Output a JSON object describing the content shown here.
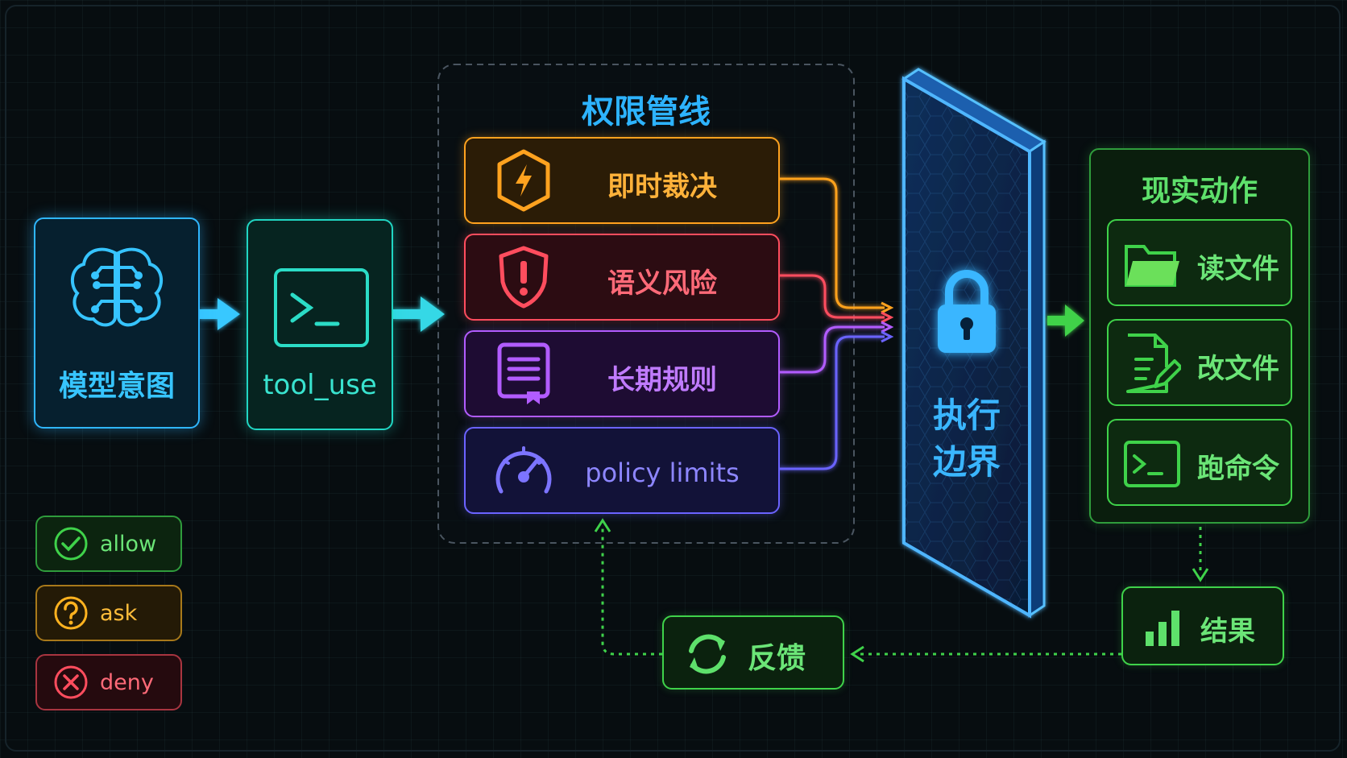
{
  "source": {
    "title": "模型意图",
    "color": "#2fb6ff"
  },
  "tool": {
    "label": "tool_use",
    "color": "#21d6c3"
  },
  "pipeline": {
    "title": "权限管线",
    "stages": [
      {
        "label": "即时裁决",
        "color": "#ffa21f",
        "icon": "lightning-shield-icon"
      },
      {
        "label": "语义风险",
        "color": "#ff4d5e",
        "icon": "alert-shield-icon"
      },
      {
        "label": "长期规则",
        "color": "#b25cff",
        "icon": "document-bookmark-icon"
      },
      {
        "label": "policy limits",
        "color": "#6b63ff",
        "icon": "gauge-icon"
      }
    ]
  },
  "boundary": {
    "line1": "执行",
    "line2": "边界",
    "color": "#2aa8ff"
  },
  "actions": {
    "title": "现实动作",
    "items": [
      {
        "label": "读文件",
        "icon": "folder-icon"
      },
      {
        "label": "改文件",
        "icon": "edit-file-icon"
      },
      {
        "label": "跑命令",
        "icon": "terminal-icon"
      }
    ],
    "color": "#3fd24a"
  },
  "result": {
    "label": "结果"
  },
  "feedback": {
    "label": "反馈"
  },
  "legend": [
    {
      "label": "allow",
      "color": "#3fd24a",
      "icon": "check-circle-icon"
    },
    {
      "label": "ask",
      "color": "#ffb21f",
      "icon": "question-circle-icon"
    },
    {
      "label": "deny",
      "color": "#ff4d5e",
      "icon": "x-circle-icon"
    }
  ]
}
